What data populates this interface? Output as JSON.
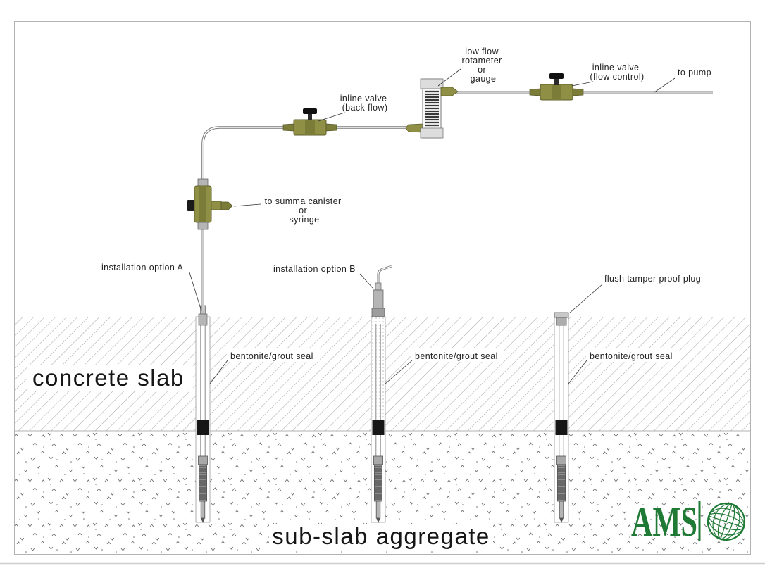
{
  "frame": {
    "background": "#ffffff",
    "border": "#b3b3b3"
  },
  "colors": {
    "valve_body": "#8f8f45",
    "valve_shade": "#7c7c39",
    "valve_outline": "#5f5f2b",
    "knob_black": "#101010",
    "tube_gray": "#7a7a7a",
    "metal_gray": "#b5b5b5",
    "seal_black": "#161616",
    "hatch_gray": "#9a9a9a",
    "stipple_gray": "#6f6f6f",
    "text_dark": "#222222",
    "ams_green": "#1f7a35"
  },
  "labels": {
    "rotameter": {
      "line1": "low flow",
      "line2": "rotameter",
      "line3": "or",
      "line4": "gauge"
    },
    "valve_back_flow": {
      "line1": "inline valve",
      "line2": "(back flow)"
    },
    "valve_flow_control": {
      "line1": "inline valve",
      "line2": "(flow control)"
    },
    "to_pump": "to pump",
    "summa": {
      "line1": "to summa canister",
      "line2": "or",
      "line3": "syringe"
    },
    "option_a": "installation option A",
    "option_b": "installation option B",
    "flush_plug": "flush tamper proof plug",
    "seal_a": "bentonite/grout seal",
    "seal_b": "bentonite/grout seal",
    "seal_c": "bentonite/grout seal",
    "concrete": "concrete slab",
    "aggregate": "sub-slab aggregate",
    "logo_text": "AMS"
  }
}
